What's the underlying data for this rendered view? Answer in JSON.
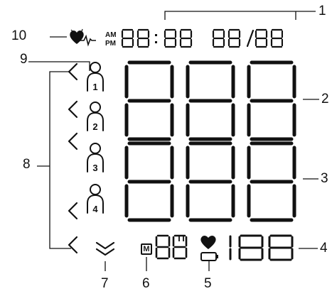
{
  "callouts": {
    "c1": "1",
    "c2": "2",
    "c3": "3",
    "c4": "4",
    "c5": "5",
    "c6": "6",
    "c7": "7",
    "c8": "8",
    "c9": "9",
    "c10": "10"
  },
  "display": {
    "am_label": "AM",
    "pm_label": "PM",
    "time_text": "88:88",
    "date_text": "88/88",
    "memory_label": "M",
    "memory_number_text": "88",
    "pulse_text": "188",
    "users": [
      "1",
      "2",
      "3",
      "4"
    ]
  },
  "colors": {
    "ink": "#111111",
    "background": "#ffffff"
  }
}
